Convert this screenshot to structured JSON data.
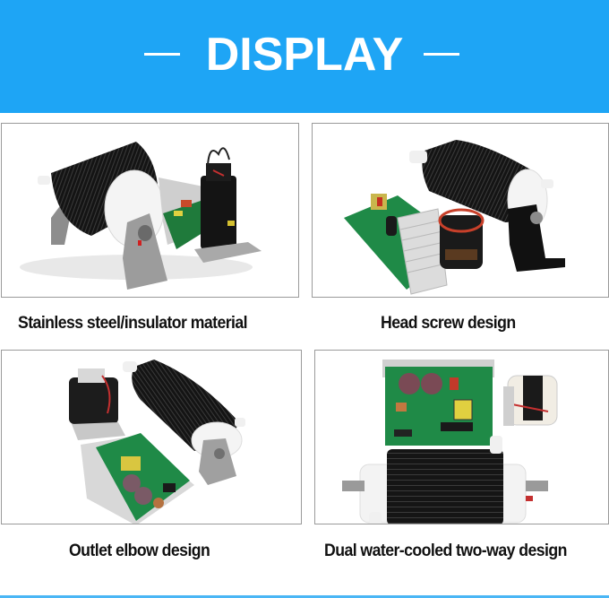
{
  "header": {
    "title": "DISPLAY",
    "background": "#1ea5f5",
    "left_decoration": "dash",
    "right_decoration": "dash"
  },
  "panels": [
    {
      "caption": "Stainless steel/insulator material",
      "image_subject": "ozone-generator-tube-with-stainless-steel-bracket-pcb-and-transformer"
    },
    {
      "caption": "Head screw design",
      "image_subject": "ozone-generator-tube-with-black-bracket-pcb-heatsink-and-transformer"
    },
    {
      "caption": "Outlet elbow design",
      "image_subject": "ozone-generator-tube-with-elbow-outlet-transformer-and-pcb"
    },
    {
      "caption": "Dual water-cooled two-way design",
      "image_subject": "dual-water-cooled-ozone-tube-with-pcb-and-transformer"
    }
  ],
  "colors": {
    "accent": "#1ea5f5",
    "caption_text": "#111111",
    "frame_border": "#9a9a9a"
  }
}
